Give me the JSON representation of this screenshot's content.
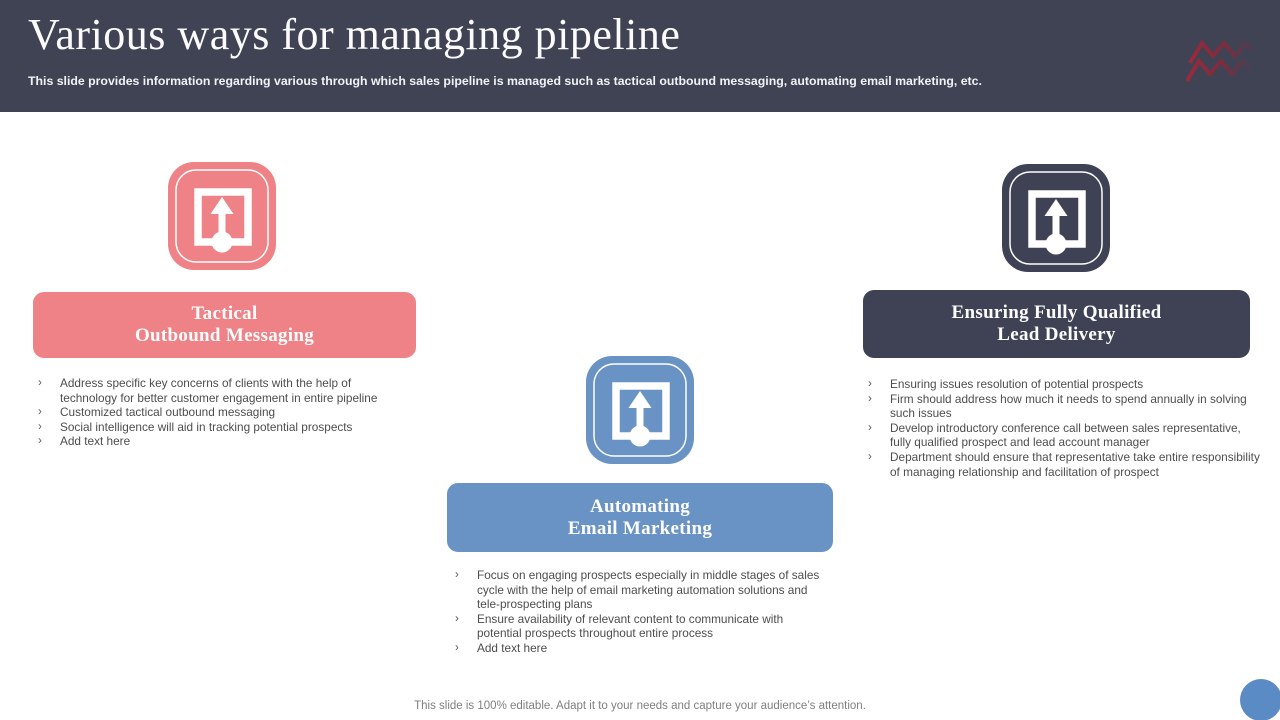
{
  "header": {
    "title": "Various ways for managing pipeline",
    "subtitle": "This slide provides information regarding various through which sales pipeline is managed such as tactical outbound messaging, automating email marketing, etc.",
    "bg_color": "#404354"
  },
  "logo": {
    "name": "zigzag-mountain-logo",
    "color_start": "#9B2A3E",
    "color_end": "#8C2638"
  },
  "bullet_marker": "›",
  "columns": [
    {
      "title_line1": "Tactical",
      "title_line2": "Outbound Messaging",
      "color": "#EE8286",
      "icon": "upload-tray-icon",
      "bullets": [
        "Address specific key concerns of clients with the help of technology for better customer engagement in entire pipeline",
        "Customized tactical outbound messaging",
        "Social intelligence will aid in tracking potential prospects",
        "Add text here"
      ]
    },
    {
      "title_line1": "Automating",
      "title_line2": "Email Marketing",
      "color": "#6A93C5",
      "icon": "upload-tray-icon",
      "bullets": [
        "Focus on engaging prospects especially in middle stages of sales cycle with the help of email marketing automation solutions and tele-prospecting plans",
        "Ensure availability of relevant content to communicate with potential prospects throughout entire process",
        "Add text here"
      ]
    },
    {
      "title_line1": "Ensuring Fully Qualified",
      "title_line2": "Lead Delivery",
      "color": "#3E4254",
      "icon": "upload-tray-icon",
      "bullets": [
        "Ensuring issues resolution of potential prospects",
        "Firm should address how much it needs to spend annually in solving such issues",
        "Develop introductory conference call between sales representative, fully qualified prospect and lead account manager",
        "Department should ensure that representative take entire responsibility of managing relationship and facilitation of prospect"
      ]
    }
  ],
  "footer": {
    "note": "This slide is 100% editable. Adapt it to your needs and capture your audience’s attention.",
    "dot_color": "#5B8BC4"
  }
}
